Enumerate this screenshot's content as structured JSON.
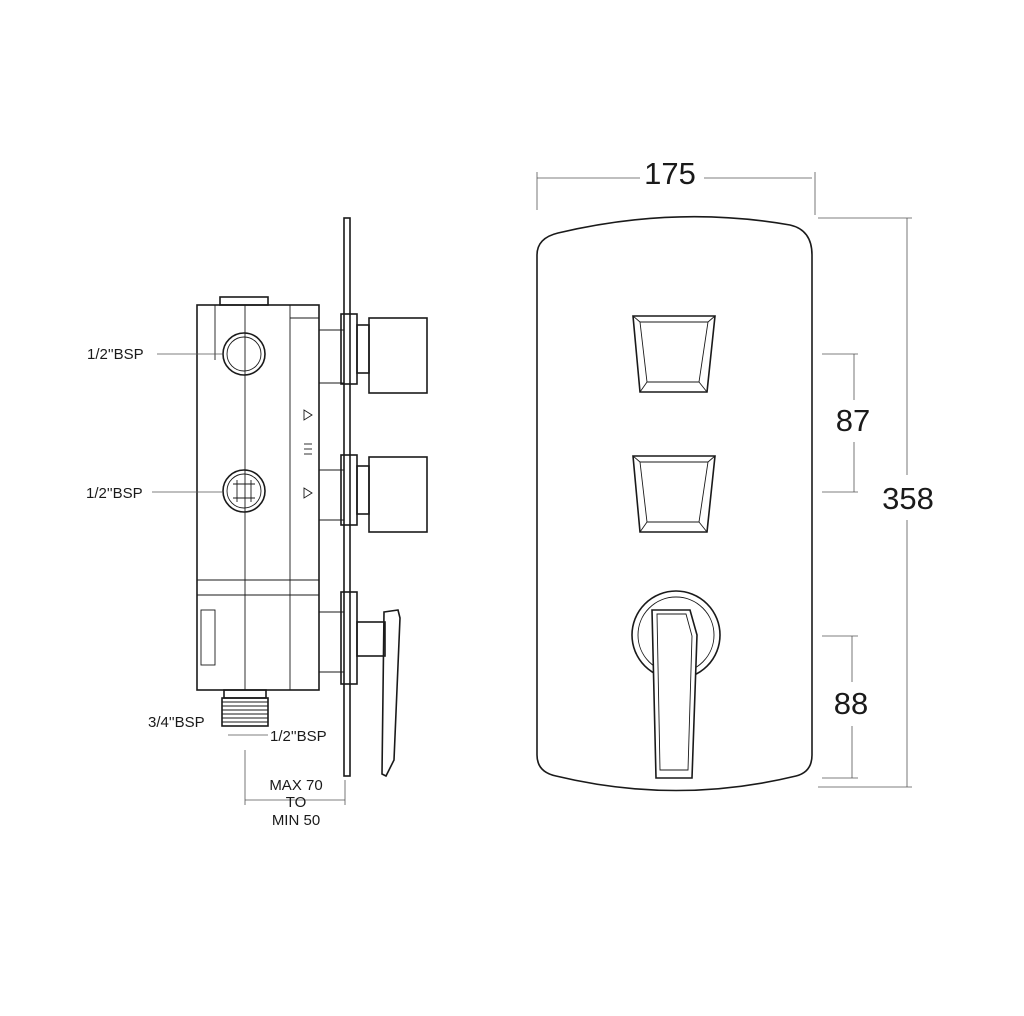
{
  "side_view": {
    "labels": {
      "top_inlet": "1/2''BSP",
      "middle_inlet": "1/2''BSP",
      "bottom_thread": "3/4''BSP",
      "bottom_outlet": "1/2''BSP",
      "depth_max": "MAX 70",
      "depth_to": "TO",
      "depth_min": "MIN 50"
    }
  },
  "front_view": {
    "dimensions": {
      "width": "175",
      "height": "358",
      "upper_spacing": "87",
      "lower_spacing": "88"
    }
  }
}
